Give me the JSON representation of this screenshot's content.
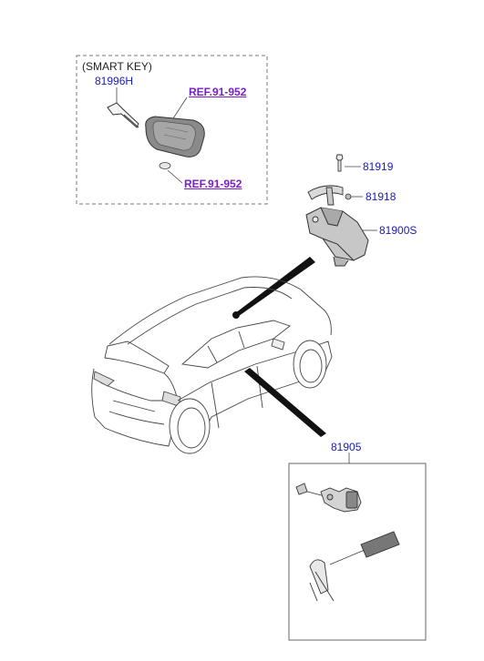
{
  "smart_key_box": {
    "title": "(SMART KEY)"
  },
  "labels": {
    "p81996H": "81996H",
    "ref_top": "REF.91-952",
    "ref_bottom": "REF.91-952",
    "p81919": "81919",
    "p81918": "81918",
    "p81900S": "81900S",
    "p81905": "81905"
  },
  "colors": {
    "part_number": "#1a1ab5",
    "reference_link": "#7a1fc4",
    "line_art": "#333333"
  }
}
